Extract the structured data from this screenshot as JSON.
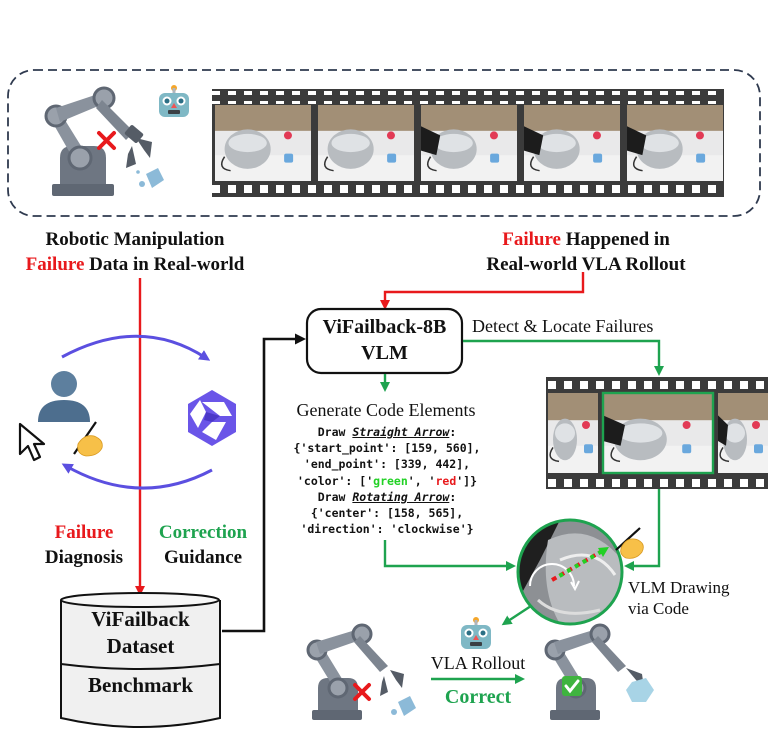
{
  "top_panel": {
    "left_caption": {
      "line1": "Robotic Manipulation",
      "line2_highlight": "Failure",
      "line2_rest": " Data in Real-world"
    },
    "right_caption": {
      "line1_highlight": "Failure",
      "line1_rest": " Happened in",
      "line2": "Real-world VLA Rollout"
    },
    "film_frames": 5
  },
  "vlm_box": {
    "line1": "ViFailback-8B",
    "line2": "VLM"
  },
  "detect_label": "Detect & Locate Failures",
  "generate_label": "Generate Code Elements",
  "code": {
    "straight_prefix": "Draw ",
    "straight_name": "Straight Arrow",
    "straight_suffix": ":",
    "start_point": "{'start_point': [159, 560],",
    "end_point": "'end_point': [339, 442],",
    "color_prefix": "'color': ['",
    "color_green": "green",
    "color_mid": "', '",
    "color_red": "red",
    "color_suffix": "']}",
    "rotating_prefix": "Draw ",
    "rotating_name": "Rotating Arrow",
    "rotating_suffix": ":",
    "center": "{'center': [158, 565],",
    "direction": "'direction': 'clockwise'}"
  },
  "annotation_loop": {
    "failure_label": "Failure",
    "diagnosis_label": "Diagnosis",
    "correction_label": "Correction",
    "guidance_label": "Guidance"
  },
  "database": {
    "line1": "ViFailback",
    "line2": "Dataset",
    "line3": "Benchmark"
  },
  "drawing_label": {
    "line1": "VLM Drawing",
    "line2": "via Code"
  },
  "bottom": {
    "rollout_label": "VLA Rollout",
    "correct_label": "Correct"
  },
  "colors": {
    "red": "#e8191c",
    "green": "#1ea34f",
    "purple": "#5b4fe0",
    "dark": "#111111",
    "robot_gray": "#5f6773"
  }
}
